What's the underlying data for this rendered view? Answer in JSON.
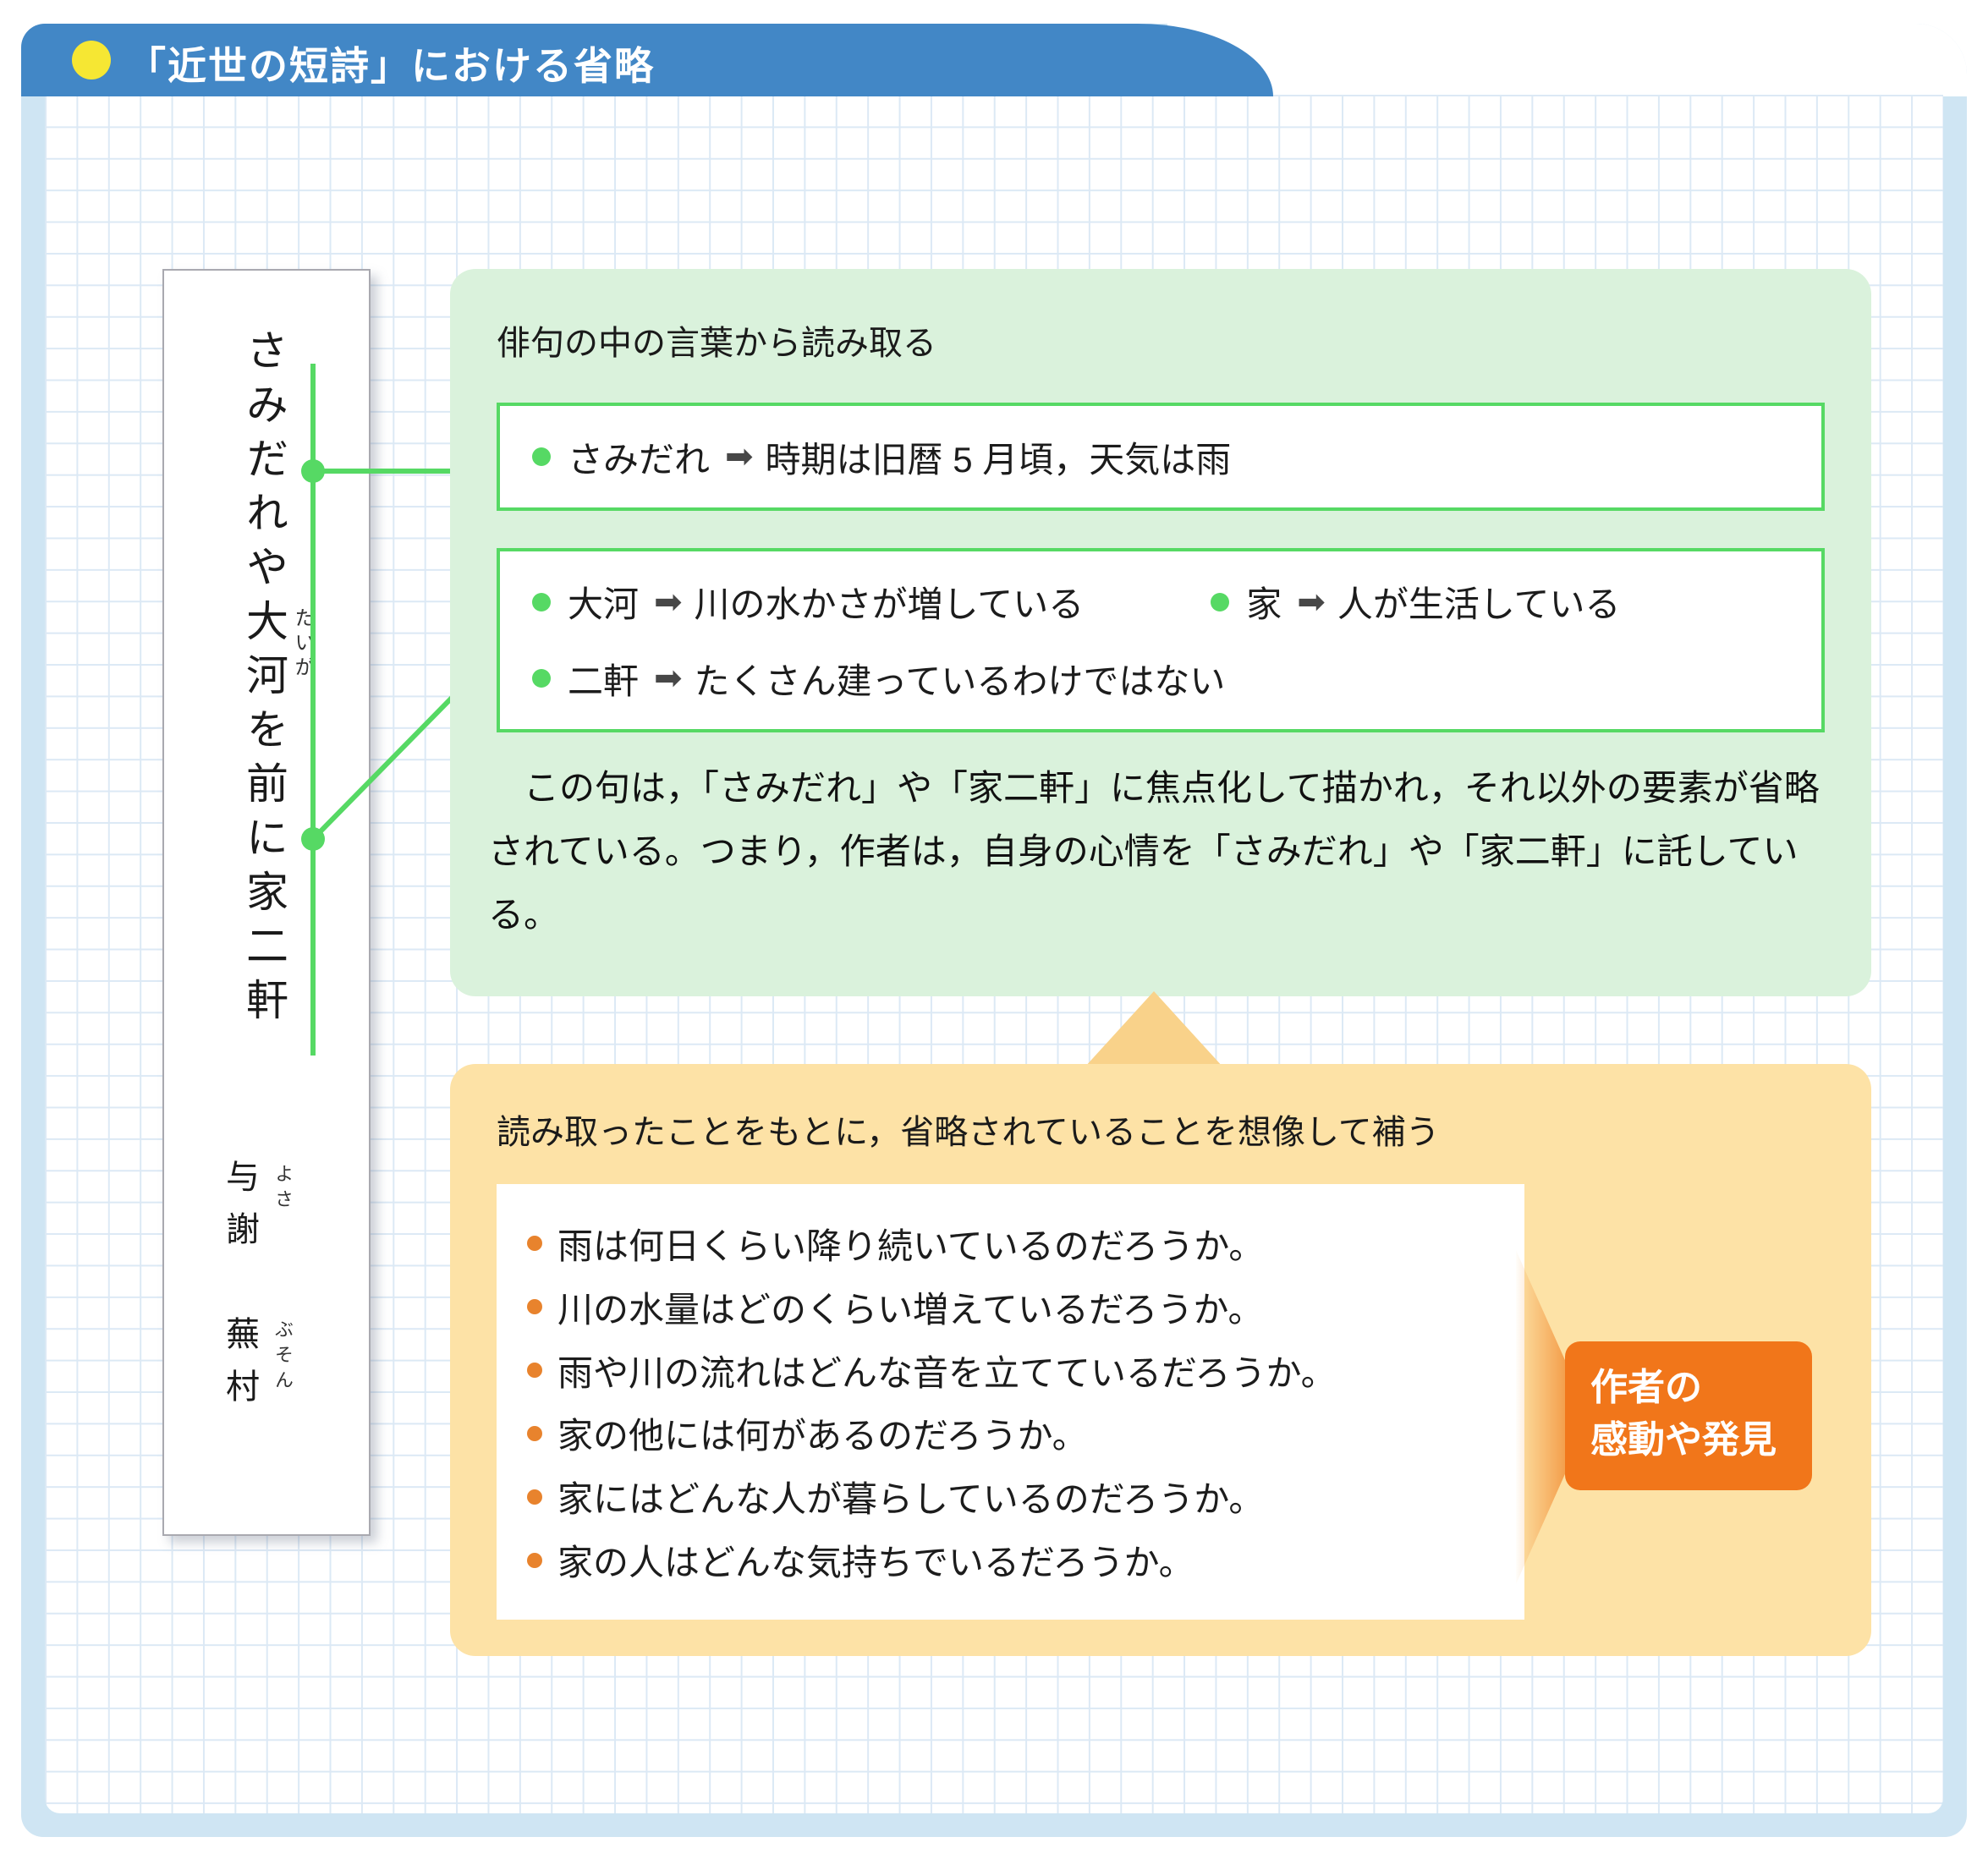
{
  "colors": {
    "header_blue": "#4287c6",
    "frame_blue": "#cfe5f3",
    "green_panel": "#daf2dc",
    "green_accent": "#56d964",
    "orange_panel": "#fde2a6",
    "orange_accent": "#f1761a",
    "orange_bullet": "#e8832d",
    "header_dot_yellow": "#f6e733"
  },
  "header": {
    "title": "「近世の短詩」における省略"
  },
  "haiku": {
    "poem": "さみだれや大河を前に家二軒",
    "furigana_taiga": "たいが",
    "author": "与謝　蕪村",
    "furigana_yosa": "よさ",
    "furigana_buson": "ぶそん"
  },
  "read_section": {
    "title": "俳句の中の言葉から読み取る",
    "arrow_icon": "➡",
    "box1": {
      "term": "さみだれ",
      "desc": "時期は旧暦 5 月頃，天気は雨"
    },
    "box2": {
      "row1a_term": "大河",
      "row1a_desc": "川の水かさが増している",
      "row1b_term": "家",
      "row1b_desc": "人が生活している",
      "row2_term": "二軒",
      "row2_desc": "たくさん建っているわけではない"
    },
    "paragraph": "　この句は，「さみだれ」や「家二軒」に焦点化して描かれ，それ以外の要素が省略されている。つまり，作者は，自身の心情を「さみだれ」や「家二軒」に託している。"
  },
  "imagine_section": {
    "title": "読み取ったことをもとに，省略されていることを想像して補う",
    "items": [
      "雨は何日くらい降り続いているのだろうか。",
      "川の水量はどのくらい増えているだろうか。",
      "雨や川の流れはどんな音を立てているだろうか。",
      "家の他には何があるのだろうか。",
      "家にはどんな人が暮らしているのだろうか。",
      "家の人はどんな気持ちでいるだろうか。"
    ],
    "badge_line1": "作者の",
    "badge_line2": "感動や発見"
  }
}
